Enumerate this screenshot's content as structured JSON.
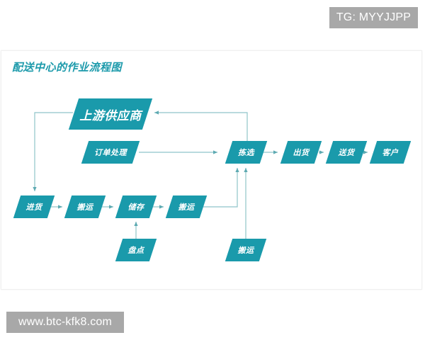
{
  "watermarks": {
    "top": "TG: MYYJJPP",
    "bottom": "www.btc-kfk8.com"
  },
  "diagram": {
    "title": "配送中心的作业流程图",
    "colors": {
      "node_fill": "#1a9aab",
      "connector": "#8fc4c9",
      "title": "#1c9aab"
    },
    "nodes": {
      "supplier": "上游供应商",
      "order_processing": "订单处理",
      "picking": "拣选",
      "shipping_out": "出货",
      "delivery": "送货",
      "customer": "客户",
      "receiving": "进货",
      "handling_1": "搬运",
      "storage": "储存",
      "handling_2": "搬运",
      "inventory_count": "盘点",
      "handling_3": "搬运"
    },
    "edges": [
      [
        "supplier",
        "receiving"
      ],
      [
        "receiving",
        "handling_1"
      ],
      [
        "handling_1",
        "storage"
      ],
      [
        "storage",
        "handling_2"
      ],
      [
        "handling_2",
        "picking"
      ],
      [
        "inventory_count",
        "storage"
      ],
      [
        "handling_3",
        "picking"
      ],
      [
        "order_processing",
        "picking"
      ],
      [
        "picking",
        "supplier"
      ],
      [
        "picking",
        "shipping_out"
      ],
      [
        "shipping_out",
        "delivery"
      ],
      [
        "delivery",
        "customer"
      ]
    ]
  }
}
